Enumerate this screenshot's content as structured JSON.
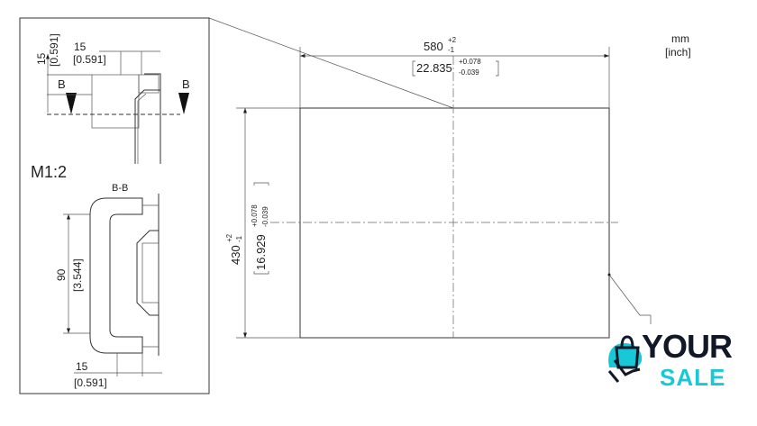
{
  "units": {
    "mm": "mm",
    "inch": "[inch]"
  },
  "main_view": {
    "width_mm": "580",
    "width_tol_upper": "+2",
    "width_tol_lower": "-1",
    "width_inch": "22.835",
    "width_inch_tol_upper": "+0.078",
    "width_inch_tol_lower": "-0.039",
    "height_mm": "430",
    "height_tol_upper": "+2",
    "height_tol_lower": "-1",
    "height_inch": "16.929",
    "height_inch_tol_upper": "+0.078",
    "height_inch_tol_lower": "-0.039"
  },
  "detail": {
    "scale": "M1:2",
    "section_label": "B-B",
    "section_marker": "B",
    "top_dim_mm": "15",
    "top_dim_inch": "[0.591]",
    "side_dim_mm": "15",
    "side_dim_inch": "[0.591]",
    "height_dim_mm": "90",
    "height_dim_inch": "[3.544]",
    "bottom_dim_mm": "15",
    "bottom_dim_inch": "[0.591]"
  },
  "logo": {
    "line1": "YOUR",
    "line2": "SALE",
    "colors": {
      "dark": "#111827",
      "accent": "#19c8d6"
    }
  }
}
